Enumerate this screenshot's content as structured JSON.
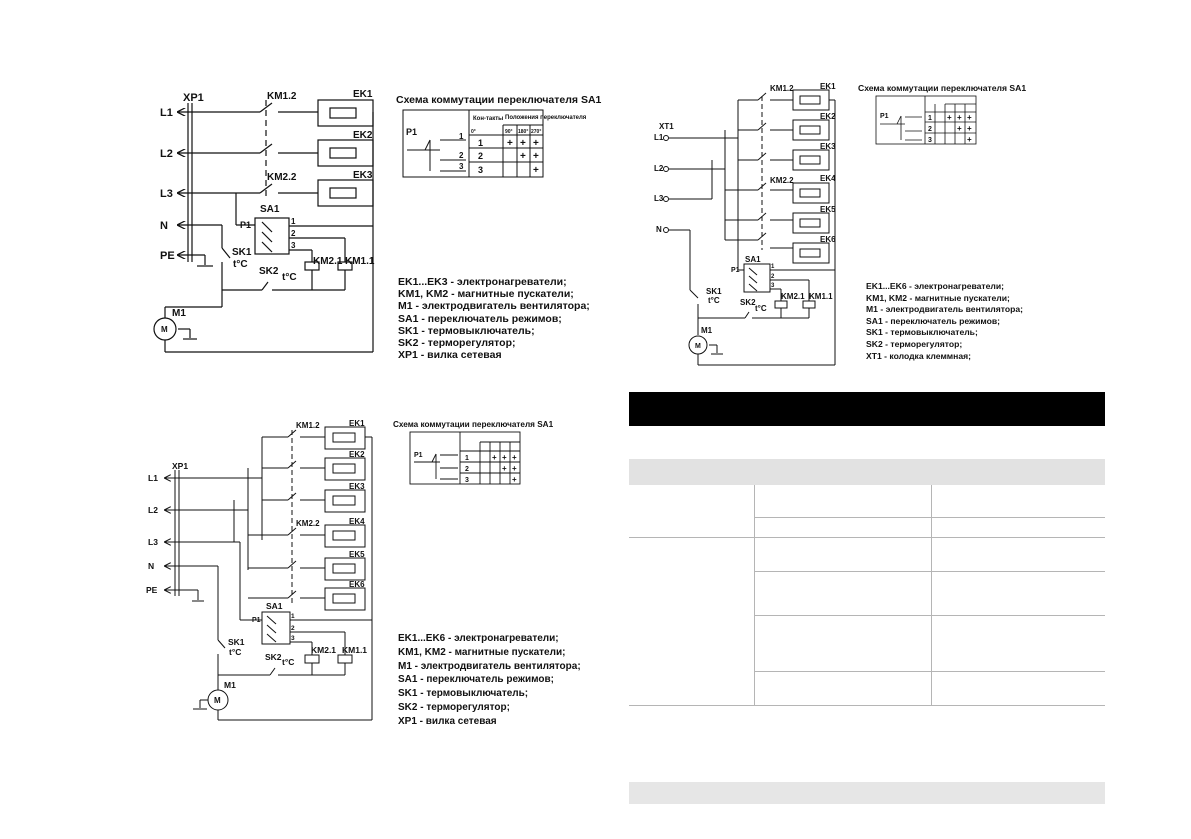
{
  "diagram1": {
    "title": "Схема коммутации переключателя SA1",
    "inputs": [
      "L1",
      "L2",
      "L3",
      "N",
      "PE"
    ],
    "plug": "XP1",
    "contactors": [
      "KM1.2",
      "KM2.2"
    ],
    "heaters": [
      "EK1",
      "EK2",
      "EK3"
    ],
    "switch": "SA1",
    "switch_pin": "P1",
    "pins": [
      "1",
      "2",
      "3"
    ],
    "coils": [
      "KM2.1",
      "KM1.1"
    ],
    "sk1": "SK1",
    "sk2": "SK2",
    "temp": "t°C",
    "motor": "M1",
    "table_head": [
      "Кон-такты",
      "Положения переключателя"
    ],
    "angles": [
      "0°",
      "90°",
      "180°",
      "270°"
    ],
    "rows": [
      {
        "n": "1",
        "marks": [
          "",
          "+",
          "+",
          "+"
        ]
      },
      {
        "n": "2",
        "marks": [
          "",
          "",
          "+",
          "+"
        ]
      },
      {
        "n": "3",
        "marks": [
          "",
          "",
          "",
          "+"
        ]
      }
    ],
    "legend": [
      "EK1...EK3 - электронагреватели;",
      "KM1, KM2 - магнитные пускатели;",
      "M1 - электродвигатель вентилятора;",
      "SA1 - переключатель режимов;",
      "SK1 - термовыключатель;",
      "SK2 - терморегулятор;",
      "XP1 - вилка сетевая"
    ]
  },
  "diagram2": {
    "title": "Схема коммутации переключателя SA1",
    "inputs": [
      "L1",
      "L2",
      "L3",
      "N"
    ],
    "terminal": "XT1",
    "contactors": [
      "KM1.2",
      "KM2.2"
    ],
    "heaters": [
      "EK1",
      "EK2",
      "EK3",
      "EK4",
      "EK5",
      "EK6"
    ],
    "switch": "SA1",
    "switch_pin": "P1",
    "pins": [
      "1",
      "2",
      "3"
    ],
    "coils": [
      "KM2.1",
      "KM1.1"
    ],
    "sk1": "SK1",
    "sk2": "SK2",
    "temp": "t°C",
    "motor": "M1",
    "legend": [
      "EK1...EK6 - электронагреватели;",
      "KM1, KM2 - магнитные пускатели;",
      "M1 - электродвигатель вентилятора;",
      "SA1 - переключатель режимов;",
      "SK1 - термовыключатель;",
      "SK2 - терморегулятор;",
      "XT1 - колодка клеммная;"
    ]
  },
  "diagram3": {
    "title": "Схема коммутации переключателя SA1",
    "inputs": [
      "L1",
      "L2",
      "L3",
      "N",
      "PE"
    ],
    "plug": "XP1",
    "contactors": [
      "KM1.2",
      "KM2.2"
    ],
    "heaters": [
      "EK1",
      "EK2",
      "EK3",
      "EK4",
      "EK5",
      "EK6"
    ],
    "switch": "SA1",
    "switch_pin": "P1",
    "pins": [
      "1",
      "2",
      "3"
    ],
    "coils": [
      "KM2.1",
      "KM1.1"
    ],
    "sk1": "SK1",
    "sk2": "SK2",
    "temp": "t°C",
    "motor": "M1",
    "legend": [
      "EK1...EK6 - электронагреватели;",
      "KM1, KM2 - магнитные пускатели;",
      "M1 - электродвигатель вентилятора;",
      "SA1 - переключатель режимов;",
      "SK1 - термовыключатель;",
      "SK2 - терморегулятор;",
      "XP1 - вилка сетевая"
    ]
  }
}
